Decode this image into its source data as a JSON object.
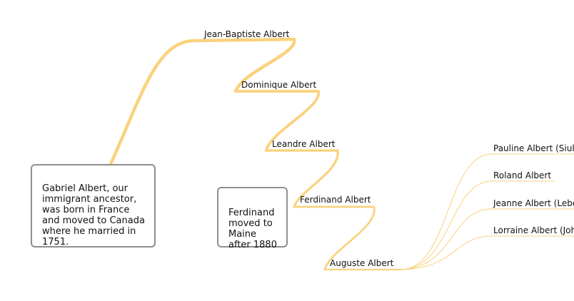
{
  "theme": {
    "branch_color": "#FAD27D",
    "note_border_color": "#8F8F8F",
    "text_color": "#111111"
  },
  "nodes": {
    "jean_baptiste": "Jean-Baptiste Albert",
    "dominique": "Dominique Albert",
    "leandre": "Leandre Albert",
    "ferdinand": "Ferdinand Albert",
    "auguste": "Auguste Albert",
    "pauline": "Pauline Albert (Siuli",
    "roland": "Roland Albert",
    "jeanne": "Jeanne Albert (Lebe",
    "lorraine": "Lorraine Albert (Joh"
  },
  "notes": {
    "gabriel": "Gabriel Albert, our\nimmigrant ancestor,\nwas born in France\nand moved to Canada\nwhere he married in\n1751.",
    "ferdinand": "Ferdinand\nmoved to\nMaine\nafter 1880"
  }
}
